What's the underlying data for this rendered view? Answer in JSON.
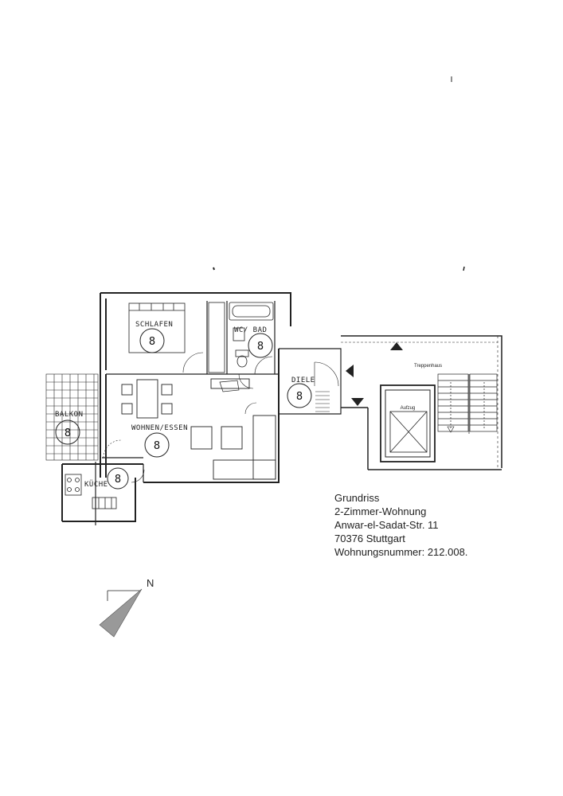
{
  "rooms": {
    "schlafen": {
      "label": "SCHLAFEN",
      "number": "8"
    },
    "bad": {
      "label": "WC/ BAD",
      "number": "8"
    },
    "diele": {
      "label": "DIELE",
      "number": "8"
    },
    "wohnen": {
      "label": "WOHNEN/ESSEN",
      "number": "8"
    },
    "balkon": {
      "label": "BALKON",
      "number": "8"
    },
    "kueche": {
      "label": "KÜCHE",
      "number": "8"
    },
    "treppenhaus": {
      "label": "Treppenhaus"
    },
    "aufzug": {
      "label": "Aufzug"
    }
  },
  "north_label": "N",
  "info": {
    "line1": "Grundriss",
    "line2": "2-Zimmer-Wohnung",
    "line3": "Anwar-el-Sadat-Str. 11",
    "line4": "70376 Stuttgart",
    "line5": "Wohnungsnummer: 212.008."
  },
  "colors": {
    "ink": "#222222",
    "compass_fill": "#999999"
  }
}
